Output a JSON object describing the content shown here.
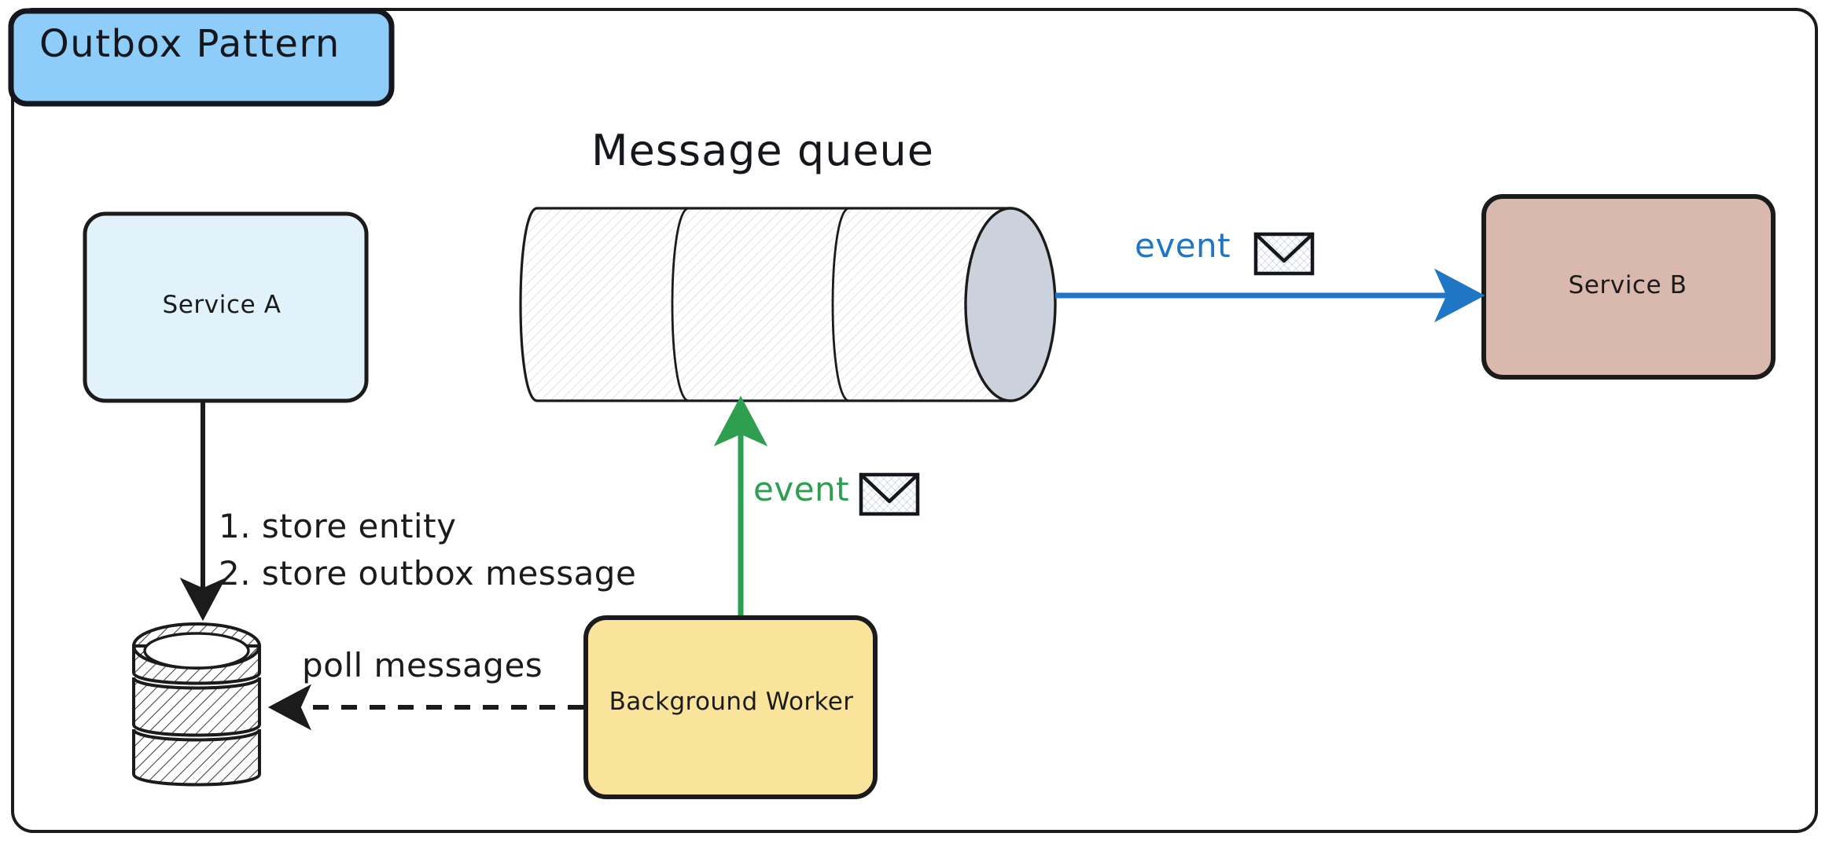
{
  "frame": {
    "title": "Outbox Pattern",
    "title_fill": "#8ecdfa",
    "border_color": "#1b1b1b",
    "background": "#ffffff"
  },
  "nodes": {
    "service_a": {
      "label": "Service A",
      "fill": "#e1f2fb",
      "stroke": "#1b1b1b",
      "shape": "rounded-rect"
    },
    "service_b": {
      "label": "Service B",
      "fill": "#d9b8ad",
      "stroke": "#1b1b1b",
      "shape": "rounded-rect"
    },
    "background_worker": {
      "label": "Background Worker",
      "fill": "#fae39a",
      "stroke": "#1b1b1b",
      "shape": "rounded-rect"
    },
    "message_queue": {
      "label": "Message queue",
      "fill": "#fdfdfd",
      "cap_fill": "#ccd2dc",
      "stroke": "#1b1b1b",
      "shape": "horizontal-cylinder",
      "segments": 3
    },
    "database": {
      "label": "",
      "fill": "#ffffff",
      "stroke": "#1b1b1b",
      "shape": "database-cylinder",
      "bands": 3
    }
  },
  "edges": [
    {
      "id": "service-a-to-database",
      "from": "service_a",
      "to": "database",
      "label": "1. store entity\n2. store outbox message",
      "color": "#1b1b1b",
      "style": "solid",
      "arrow": "end",
      "direction": "down"
    },
    {
      "id": "worker-to-database",
      "from": "background_worker",
      "to": "database",
      "label": "poll messages",
      "color": "#1b1b1b",
      "style": "dashed",
      "arrow": "end",
      "direction": "left"
    },
    {
      "id": "worker-to-queue",
      "from": "background_worker",
      "to": "message_queue",
      "label": "event",
      "icon": "envelope-icon",
      "color": "#2e9e4f",
      "style": "solid",
      "arrow": "end",
      "direction": "up"
    },
    {
      "id": "queue-to-service-b",
      "from": "message_queue",
      "to": "service_b",
      "label": "event",
      "icon": "envelope-icon",
      "color": "#1f76c4",
      "style": "solid",
      "arrow": "end",
      "direction": "right"
    }
  ],
  "labels": {
    "store_steps": "1. store entity\n2. store outbox message",
    "poll_messages": "poll messages",
    "event_green": "event",
    "event_blue": "event"
  },
  "colors": {
    "blue_accent": "#1f76c4",
    "green_accent": "#2e9e4f",
    "ink": "#1b1b1b",
    "title_blue": "#8ecdfa",
    "service_a_blue": "#e1f2fb",
    "service_b_rose": "#d9b8ad",
    "worker_yellow": "#fae39a",
    "queue_cap_grey": "#ccd2dc"
  }
}
